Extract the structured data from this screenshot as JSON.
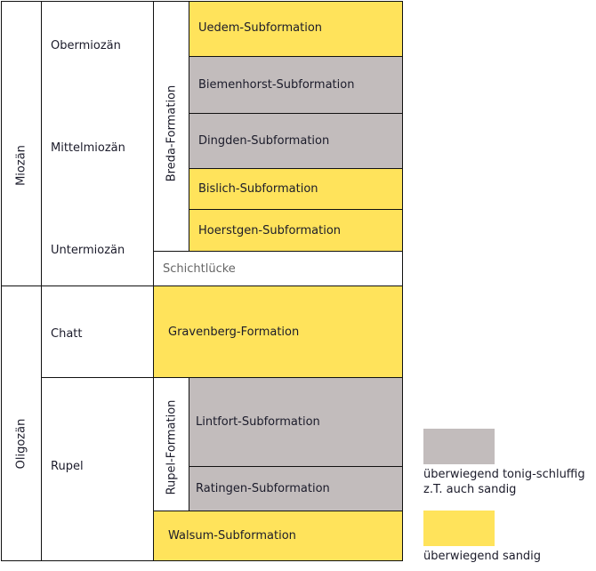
{
  "colors": {
    "sandy": "#ffe35b",
    "clayey": "#c2bcbc"
  },
  "epochs": [
    {
      "label": "Miozän"
    },
    {
      "label": "Oligozän"
    }
  ],
  "stages": [
    {
      "label": "Obermiozän"
    },
    {
      "label": "Mittelmiozän"
    },
    {
      "label": "Untermiozän"
    },
    {
      "label": "Chatt"
    },
    {
      "label": "Rupel"
    }
  ],
  "formations": [
    {
      "label": "Breda-Formation"
    },
    {
      "label": "Rupel-Formation"
    }
  ],
  "units": [
    {
      "label": "Uedem-Subformation",
      "type": "sandy"
    },
    {
      "label": "Biemenhorst-Subformation",
      "type": "clayey"
    },
    {
      "label": "Dingden-Subformation",
      "type": "clayey"
    },
    {
      "label": "Bislich-Subformation",
      "type": "sandy"
    },
    {
      "label": "Hoerstgen-Subformation",
      "type": "sandy"
    },
    {
      "label": "Schichtlücke",
      "type": "gap"
    },
    {
      "label": "Gravenberg-Formation",
      "type": "sandy"
    },
    {
      "label": "Lintfort-Subformation",
      "type": "clayey"
    },
    {
      "label": "Ratingen-Subformation",
      "type": "clayey"
    },
    {
      "label": "Walsum-Subformation",
      "type": "sandy"
    }
  ],
  "legend": [
    {
      "line1": "überwiegend tonig-schluffig",
      "line2": "z.T. auch sandig"
    },
    {
      "line1": "überwiegend sandig"
    }
  ]
}
